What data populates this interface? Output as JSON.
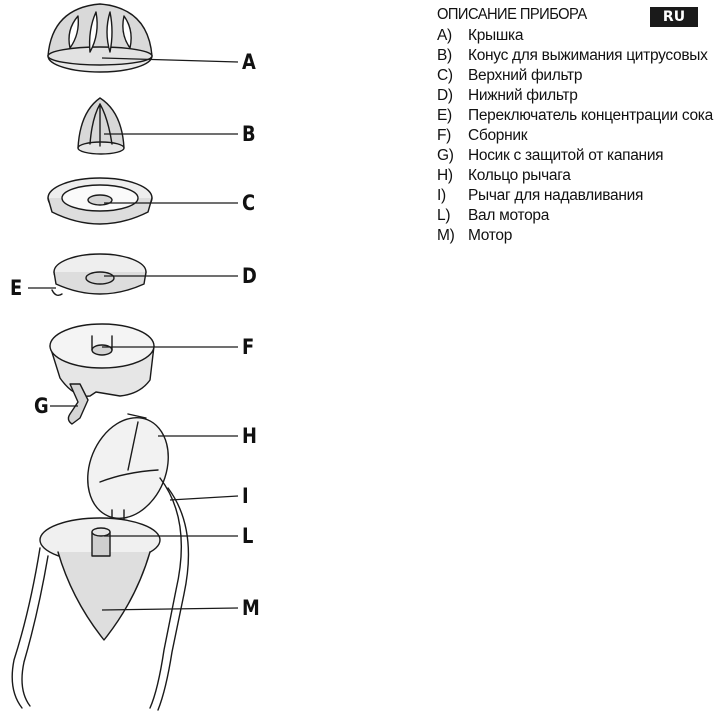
{
  "callouts": {
    "a": "A",
    "b": "B",
    "c": "C",
    "d": "D",
    "e": "E",
    "f": "F",
    "g": "G",
    "h": "H",
    "i": "I",
    "l": "L",
    "m": "M"
  },
  "description": {
    "title": "ОПИСАНИЕ ПРИБОРА",
    "lang_badge": "RU",
    "items": [
      {
        "letter": "A)",
        "text": "Крышка"
      },
      {
        "letter": "B)",
        "text": "Конус для выжимания цитрусовых"
      },
      {
        "letter": "C)",
        "text": "Верхний фильтр"
      },
      {
        "letter": "D)",
        "text": "Нижний фильтр"
      },
      {
        "letter": "E)",
        "text": "Переключатель концентрации сока"
      },
      {
        "letter": "F)",
        "text": "Сборник"
      },
      {
        "letter": "G)",
        "text": "Носик с защитой от капания"
      },
      {
        "letter": "H)",
        "text": "Кольцо рычага"
      },
      {
        "letter": "I)",
        "text": "Рычаг для надавливания"
      },
      {
        "letter": "L)",
        "text": "Вал мотора"
      },
      {
        "letter": "M)",
        "text": "Мотор"
      }
    ]
  },
  "colors": {
    "ink": "#1a1a1a",
    "paper": "#ffffff",
    "badge_bg": "#1a1a1a",
    "badge_text": "#ffffff"
  }
}
